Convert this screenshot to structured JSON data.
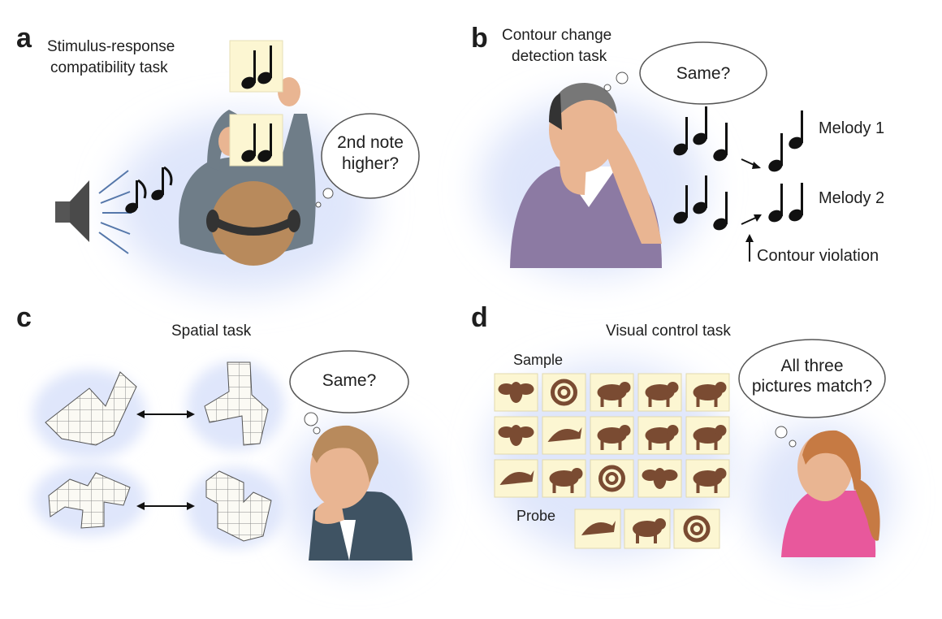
{
  "panels": {
    "a": {
      "letter": "a",
      "title_line1": "Stimulus-response",
      "title_line2": "compatibility task",
      "bubble_line1": "2nd note",
      "bubble_line2": "higher?"
    },
    "b": {
      "letter": "b",
      "title_line1": "Contour change",
      "title_line2": "detection task",
      "bubble": "Same?",
      "melody1": "Melody 1",
      "melody2": "Melody 2",
      "violation": "Contour violation"
    },
    "c": {
      "letter": "c",
      "title": "Spatial task",
      "bubble": "Same?"
    },
    "d": {
      "letter": "d",
      "title": "Visual control task",
      "sample_label": "Sample",
      "probe_label": "Probe",
      "bubble_line1": "All three",
      "bubble_line2": "pictures match?"
    }
  },
  "colors": {
    "glow": "#dfe6fb",
    "card": "#fcf6d2",
    "animal": "#7a4b32",
    "shirt_b": "#8c7aa3",
    "skin": "#e9b592",
    "hair_brown": "#b88a5c",
    "sweater_a": "#6f7d88",
    "suit_c": "#3f5363",
    "top_d": "#e8589c"
  },
  "icons": {
    "sample_grid": [
      "fly-icon",
      "snake-icon",
      "deer-icon",
      "rat-icon",
      "pig-icon",
      "bird-icon",
      "fish-icon",
      "lobster-icon",
      "lizard-icon",
      "bug-icon",
      "dolphin-icon",
      "cat-icon",
      "snail-icon",
      "butterfly-icon",
      "rabbit-icon"
    ],
    "probe": [
      "dolphin-icon",
      "cat-icon",
      "snake-icon"
    ]
  }
}
